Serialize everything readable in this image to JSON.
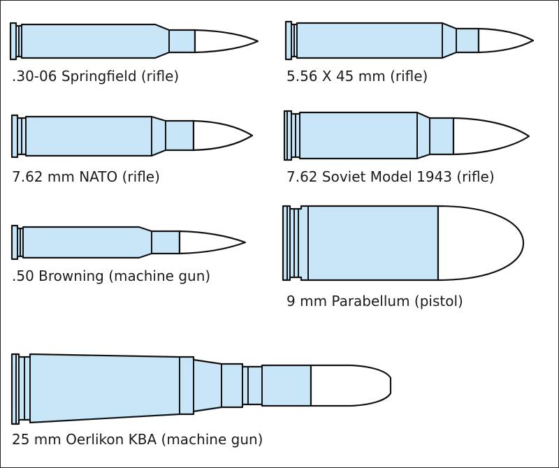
{
  "colors": {
    "case_fill": "#c8e6f8",
    "bullet_fill": "#ffffff",
    "outline": "#111111",
    "text": "#1a1a1a"
  },
  "cartridges": [
    {
      "label": ".30-06 Springfield (rifle)",
      "role": "rifle"
    },
    {
      "label": "5.56 X 45 mm (rifle)",
      "role": "rifle"
    },
    {
      "label": "7.62 mm NATO (rifle)",
      "role": "rifle"
    },
    {
      "label": "7.62 Soviet Model 1943 (rifle)",
      "role": "rifle"
    },
    {
      "label": ".50 Browning (machine gun)",
      "role": "machine gun"
    },
    {
      "label": "9 mm Parabellum (pistol)",
      "role": "pistol"
    },
    {
      "label": "25 mm Oerlikon KBA (machine gun)",
      "role": "machine gun"
    }
  ]
}
